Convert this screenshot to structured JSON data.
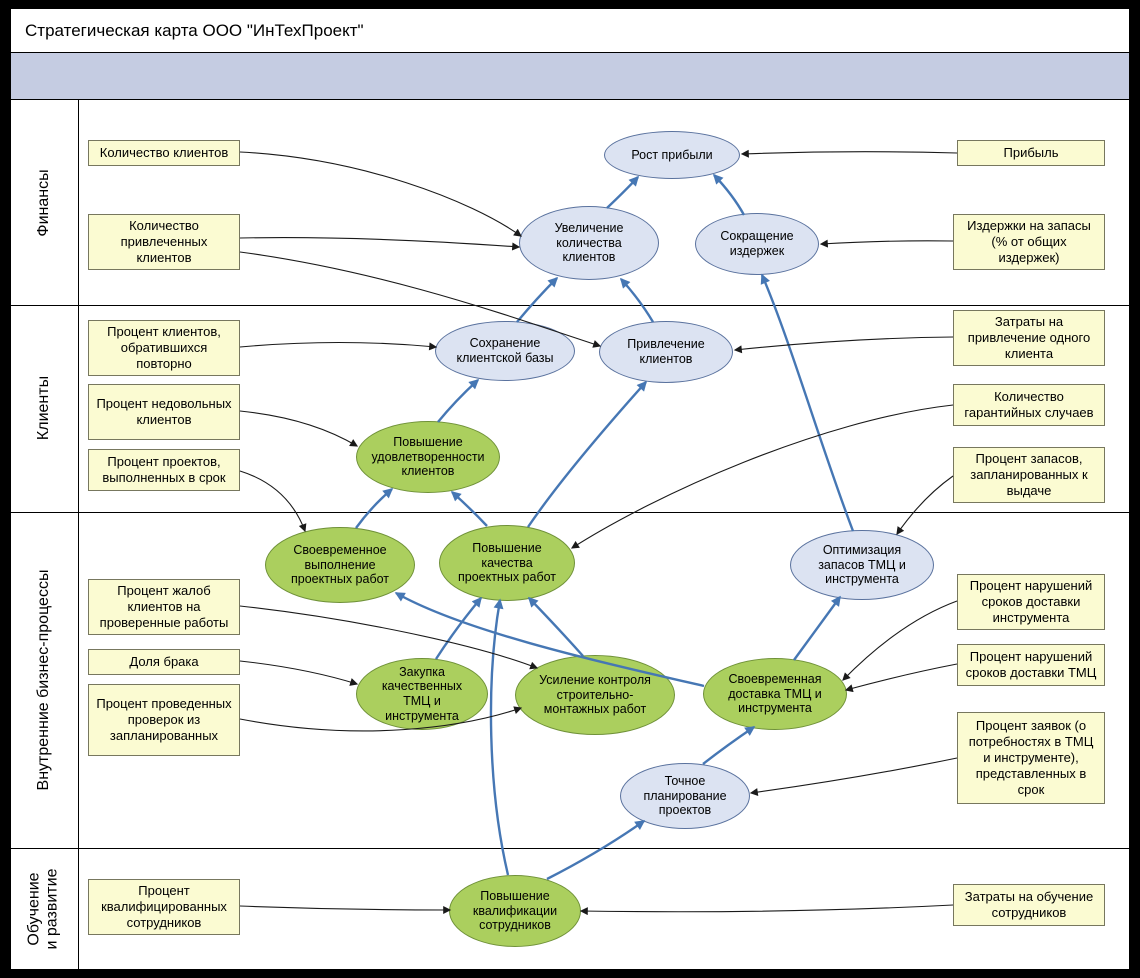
{
  "title": "Стратегическая карта ООО \"ИнТехПроект\"",
  "perspectives": [
    {
      "label": "Финансы"
    },
    {
      "label": "Клиенты"
    },
    {
      "label": "Внутренние бизнес-процессы"
    },
    {
      "label": "Обучение\nи развитие"
    }
  ],
  "goals": [
    {
      "id": "profit-growth",
      "label": "Рост прибыли",
      "color": "blue"
    },
    {
      "id": "more-clients",
      "label": "Увеличение количества клиентов",
      "color": "blue"
    },
    {
      "id": "cost-cut",
      "label": "Сокращение издержек",
      "color": "blue"
    },
    {
      "id": "retain-clients",
      "label": "Сохранение клиентской базы",
      "color": "blue"
    },
    {
      "id": "attract-clients",
      "label": "Привлечение клиентов",
      "color": "blue"
    },
    {
      "id": "client-satisfaction",
      "label": "Повышение удовлетворенности клиентов",
      "color": "green"
    },
    {
      "id": "timely-projects",
      "label": "Своевременное выполнение проектных работ",
      "color": "green"
    },
    {
      "id": "project-quality",
      "label": "Повышение качества проектных работ",
      "color": "green"
    },
    {
      "id": "inventory-optimization",
      "label": "Оптимизация запасов ТМЦ и инструмента",
      "color": "blue"
    },
    {
      "id": "quality-procurement",
      "label": "Закупка качественных ТМЦ и инструмента",
      "color": "green"
    },
    {
      "id": "construction-control",
      "label": "Усиление контроля строительно-монтажных работ",
      "color": "green"
    },
    {
      "id": "timely-delivery",
      "label": "Своевременная доставка ТМЦ и инструмента",
      "color": "green"
    },
    {
      "id": "accurate-planning",
      "label": "Точное планирование проектов",
      "color": "blue"
    },
    {
      "id": "staff-qualification",
      "label": "Повышение квалификации сотрудников",
      "color": "green"
    }
  ],
  "kpis": [
    {
      "id": "kpi-client-count",
      "label": "Количество клиентов"
    },
    {
      "id": "kpi-attracted-clients",
      "label": "Количество привлеченных клиентов"
    },
    {
      "id": "kpi-repeat-clients",
      "label": "Процент клиентов, обратившихся повторно"
    },
    {
      "id": "kpi-unhappy-clients",
      "label": "Процент недовольных клиентов"
    },
    {
      "id": "kpi-on-time-projects",
      "label": "Процент проектов, выполненных в срок"
    },
    {
      "id": "kpi-complaints",
      "label": "Процент жалоб клиентов на проверенные работы"
    },
    {
      "id": "kpi-defect-share",
      "label": "Доля брака"
    },
    {
      "id": "kpi-inspections-done",
      "label": "Процент проведенных проверок из запланированных"
    },
    {
      "id": "kpi-qualified-staff",
      "label": "Процент квалифицированных сотрудников"
    },
    {
      "id": "kpi-profit",
      "label": "Прибыль"
    },
    {
      "id": "kpi-inventory-costs",
      "label": "Издержки на запасы (% от общих издержек)"
    },
    {
      "id": "kpi-acquisition-cost",
      "label": "Затраты на привлечение одного клиента"
    },
    {
      "id": "kpi-warranty-cases",
      "label": "Количество гарантийных случаев"
    },
    {
      "id": "kpi-planned-issue-stock",
      "label": "Процент запасов, запланированных к выдаче"
    },
    {
      "id": "kpi-tool-delivery-violations",
      "label": "Процент нарушений сроков доставки инструмента"
    },
    {
      "id": "kpi-tmc-delivery-violations",
      "label": "Процент нарушений сроков доставки ТМЦ"
    },
    {
      "id": "kpi-requests-on-time",
      "label": "Процент заявок (о потребностях в ТМЦ и инструменте), представленных в срок"
    },
    {
      "id": "kpi-training-costs",
      "label": "Затраты на обучение сотрудников"
    }
  ],
  "edges": [
    {
      "from": "more-clients",
      "to": "profit-growth",
      "kind": "goal"
    },
    {
      "from": "cost-cut",
      "to": "profit-growth",
      "kind": "goal"
    },
    {
      "from": "retain-clients",
      "to": "more-clients",
      "kind": "goal"
    },
    {
      "from": "attract-clients",
      "to": "more-clients",
      "kind": "goal"
    },
    {
      "from": "client-satisfaction",
      "to": "retain-clients",
      "kind": "goal"
    },
    {
      "from": "project-quality",
      "to": "attract-clients",
      "kind": "goal"
    },
    {
      "from": "timely-projects",
      "to": "client-satisfaction",
      "kind": "goal"
    },
    {
      "from": "project-quality",
      "to": "client-satisfaction",
      "kind": "goal"
    },
    {
      "from": "inventory-optimization",
      "to": "cost-cut",
      "kind": "goal"
    },
    {
      "from": "quality-procurement",
      "to": "project-quality",
      "kind": "goal"
    },
    {
      "from": "construction-control",
      "to": "project-quality",
      "kind": "goal"
    },
    {
      "from": "timely-delivery",
      "to": "timely-projects",
      "kind": "goal"
    },
    {
      "from": "timely-delivery",
      "to": "inventory-optimization",
      "kind": "goal"
    },
    {
      "from": "accurate-planning",
      "to": "timely-delivery",
      "kind": "goal"
    },
    {
      "from": "staff-qualification",
      "to": "accurate-planning",
      "kind": "goal"
    },
    {
      "from": "staff-qualification",
      "to": "project-quality",
      "kind": "goal"
    },
    {
      "from": "kpi-client-count",
      "to": "more-clients",
      "kind": "metric"
    },
    {
      "from": "kpi-attracted-clients",
      "to": "more-clients",
      "kind": "metric"
    },
    {
      "from": "kpi-attracted-clients",
      "to": "attract-clients",
      "kind": "metric"
    },
    {
      "from": "kpi-profit",
      "to": "profit-growth",
      "kind": "metric"
    },
    {
      "from": "kpi-inventory-costs",
      "to": "cost-cut",
      "kind": "metric"
    },
    {
      "from": "kpi-repeat-clients",
      "to": "retain-clients",
      "kind": "metric"
    },
    {
      "from": "kpi-acquisition-cost",
      "to": "attract-clients",
      "kind": "metric"
    },
    {
      "from": "kpi-unhappy-clients",
      "to": "client-satisfaction",
      "kind": "metric"
    },
    {
      "from": "kpi-warranty-cases",
      "to": "project-quality",
      "kind": "metric"
    },
    {
      "from": "kpi-on-time-projects",
      "to": "timely-projects",
      "kind": "metric"
    },
    {
      "from": "kpi-planned-issue-stock",
      "to": "inventory-optimization",
      "kind": "metric"
    },
    {
      "from": "kpi-complaints",
      "to": "construction-control",
      "kind": "metric"
    },
    {
      "from": "kpi-defect-share",
      "to": "quality-procurement",
      "kind": "metric"
    },
    {
      "from": "kpi-inspections-done",
      "to": "construction-control",
      "kind": "metric"
    },
    {
      "from": "kpi-tool-delivery-violations",
      "to": "timely-delivery",
      "kind": "metric"
    },
    {
      "from": "kpi-tmc-delivery-violations",
      "to": "timely-delivery",
      "kind": "metric"
    },
    {
      "from": "kpi-requests-on-time",
      "to": "accurate-planning",
      "kind": "metric"
    },
    {
      "from": "kpi-qualified-staff",
      "to": "staff-qualification",
      "kind": "metric"
    },
    {
      "from": "kpi-training-costs",
      "to": "staff-qualification",
      "kind": "metric"
    }
  ],
  "colors": {
    "band": "#c5cce2",
    "goal_blue": "#dce3f2",
    "goal_green": "#abcf5e",
    "kpi_yellow": "#fbfbd2",
    "arrow_blue": "#4677b4",
    "arrow_black": "#1a1a1a"
  }
}
